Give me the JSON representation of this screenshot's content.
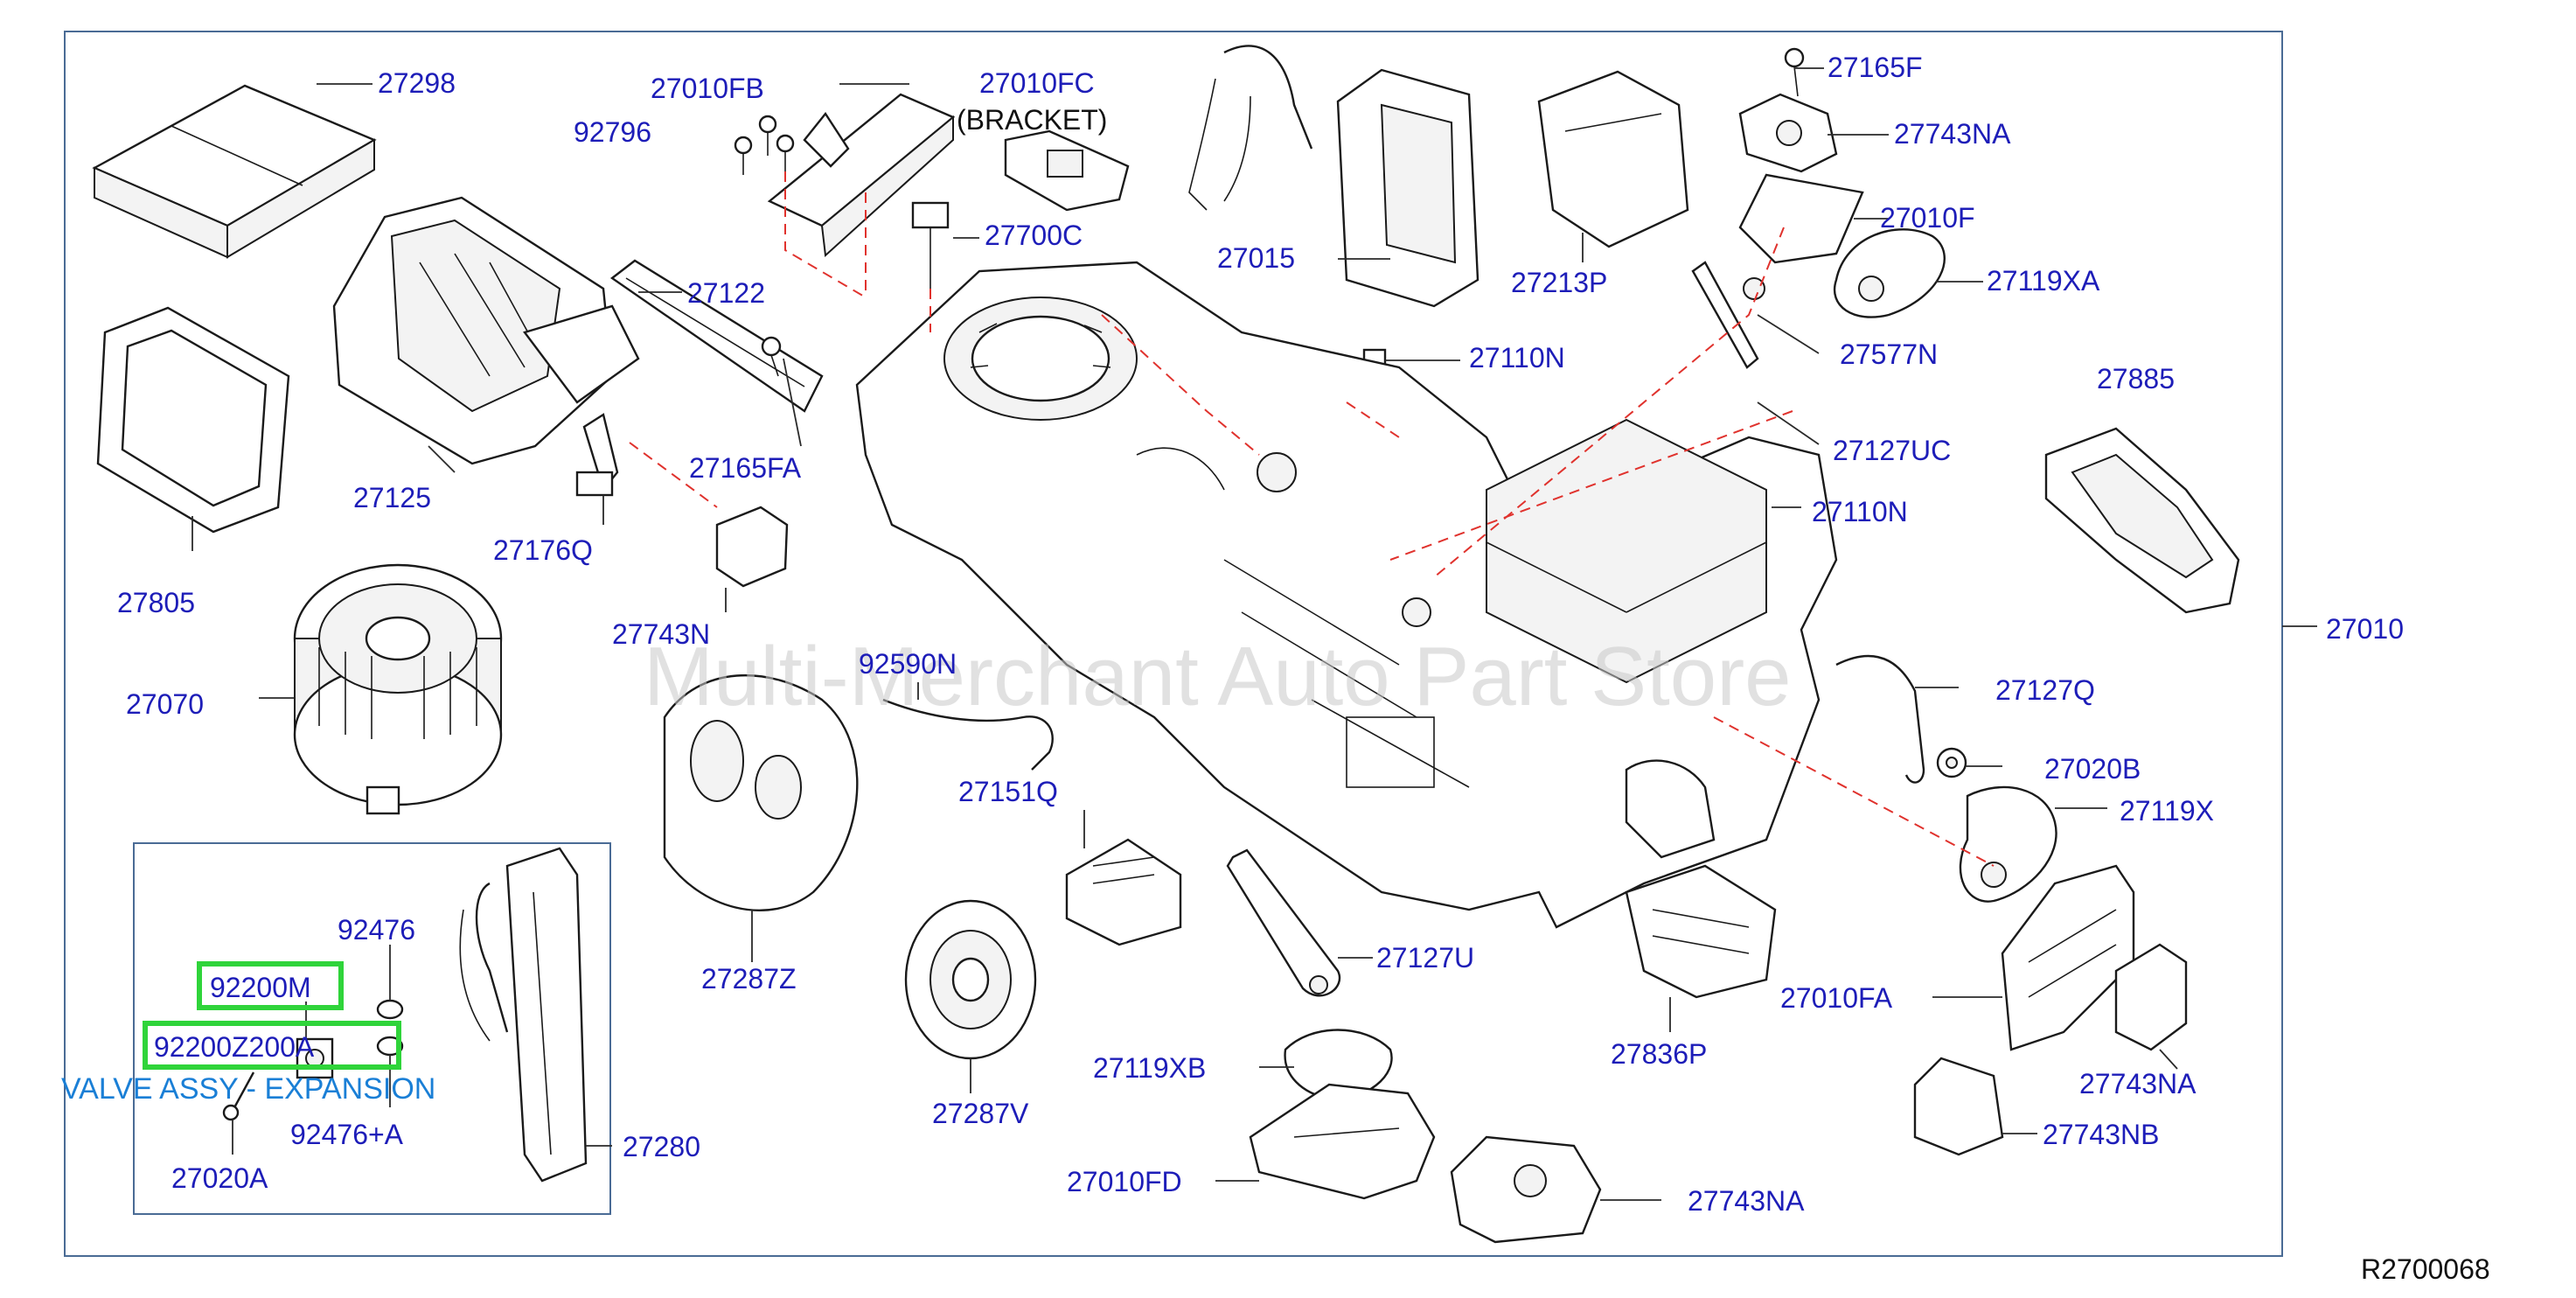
{
  "watermark": "Multi-Merchant Auto Part Store",
  "diagram_code": "R2700068",
  "labels": {
    "p27298": "27298",
    "p27010FB": "27010FB",
    "p27010FC": "27010FC",
    "bracket": "(BRACKET)",
    "p92796": "92796",
    "p27700C": "27700C",
    "p27015": "27015",
    "p27213P": "27213P",
    "p27165F": "27165F",
    "p27743NA_top": "27743NA",
    "p27010F": "27010F",
    "p27119XA": "27119XA",
    "p27122": "27122",
    "p27577N": "27577N",
    "p27110N_a": "27110N",
    "p27885": "27885",
    "p27127UC": "27127UC",
    "p27125": "27125",
    "p27165FA": "27165FA",
    "p27805": "27805",
    "p27176Q": "27176Q",
    "p27110N_b": "27110N",
    "p27743N": "27743N",
    "p27010": "27010",
    "p27070": "27070",
    "p92590N": "92590N",
    "p27127Q": "27127Q",
    "p27020B": "27020B",
    "p27151Q": "27151Q",
    "p27119X": "27119X",
    "p92476": "92476",
    "p92200M": "92200M",
    "p92200Z": "92200Z200A",
    "valve_desc": "VALVE ASSY - EXPANSION",
    "p92476A": "92476+A",
    "p27020A": "27020A",
    "p27280": "27280",
    "p27287Z": "27287Z",
    "p27127U": "27127U",
    "p27010FA": "27010FA",
    "p27836P": "27836P",
    "p27743NA_right": "27743NA",
    "p27119XB": "27119XB",
    "p27287V": "27287V",
    "p27743NB": "27743NB",
    "p27010FD": "27010FD",
    "p27743NA_bottom": "27743NA"
  },
  "highlight_color": "#2fd43a",
  "label_color": "#1d1db8",
  "desc_color": "#1a7fd6",
  "dash_color": "#e0322d"
}
